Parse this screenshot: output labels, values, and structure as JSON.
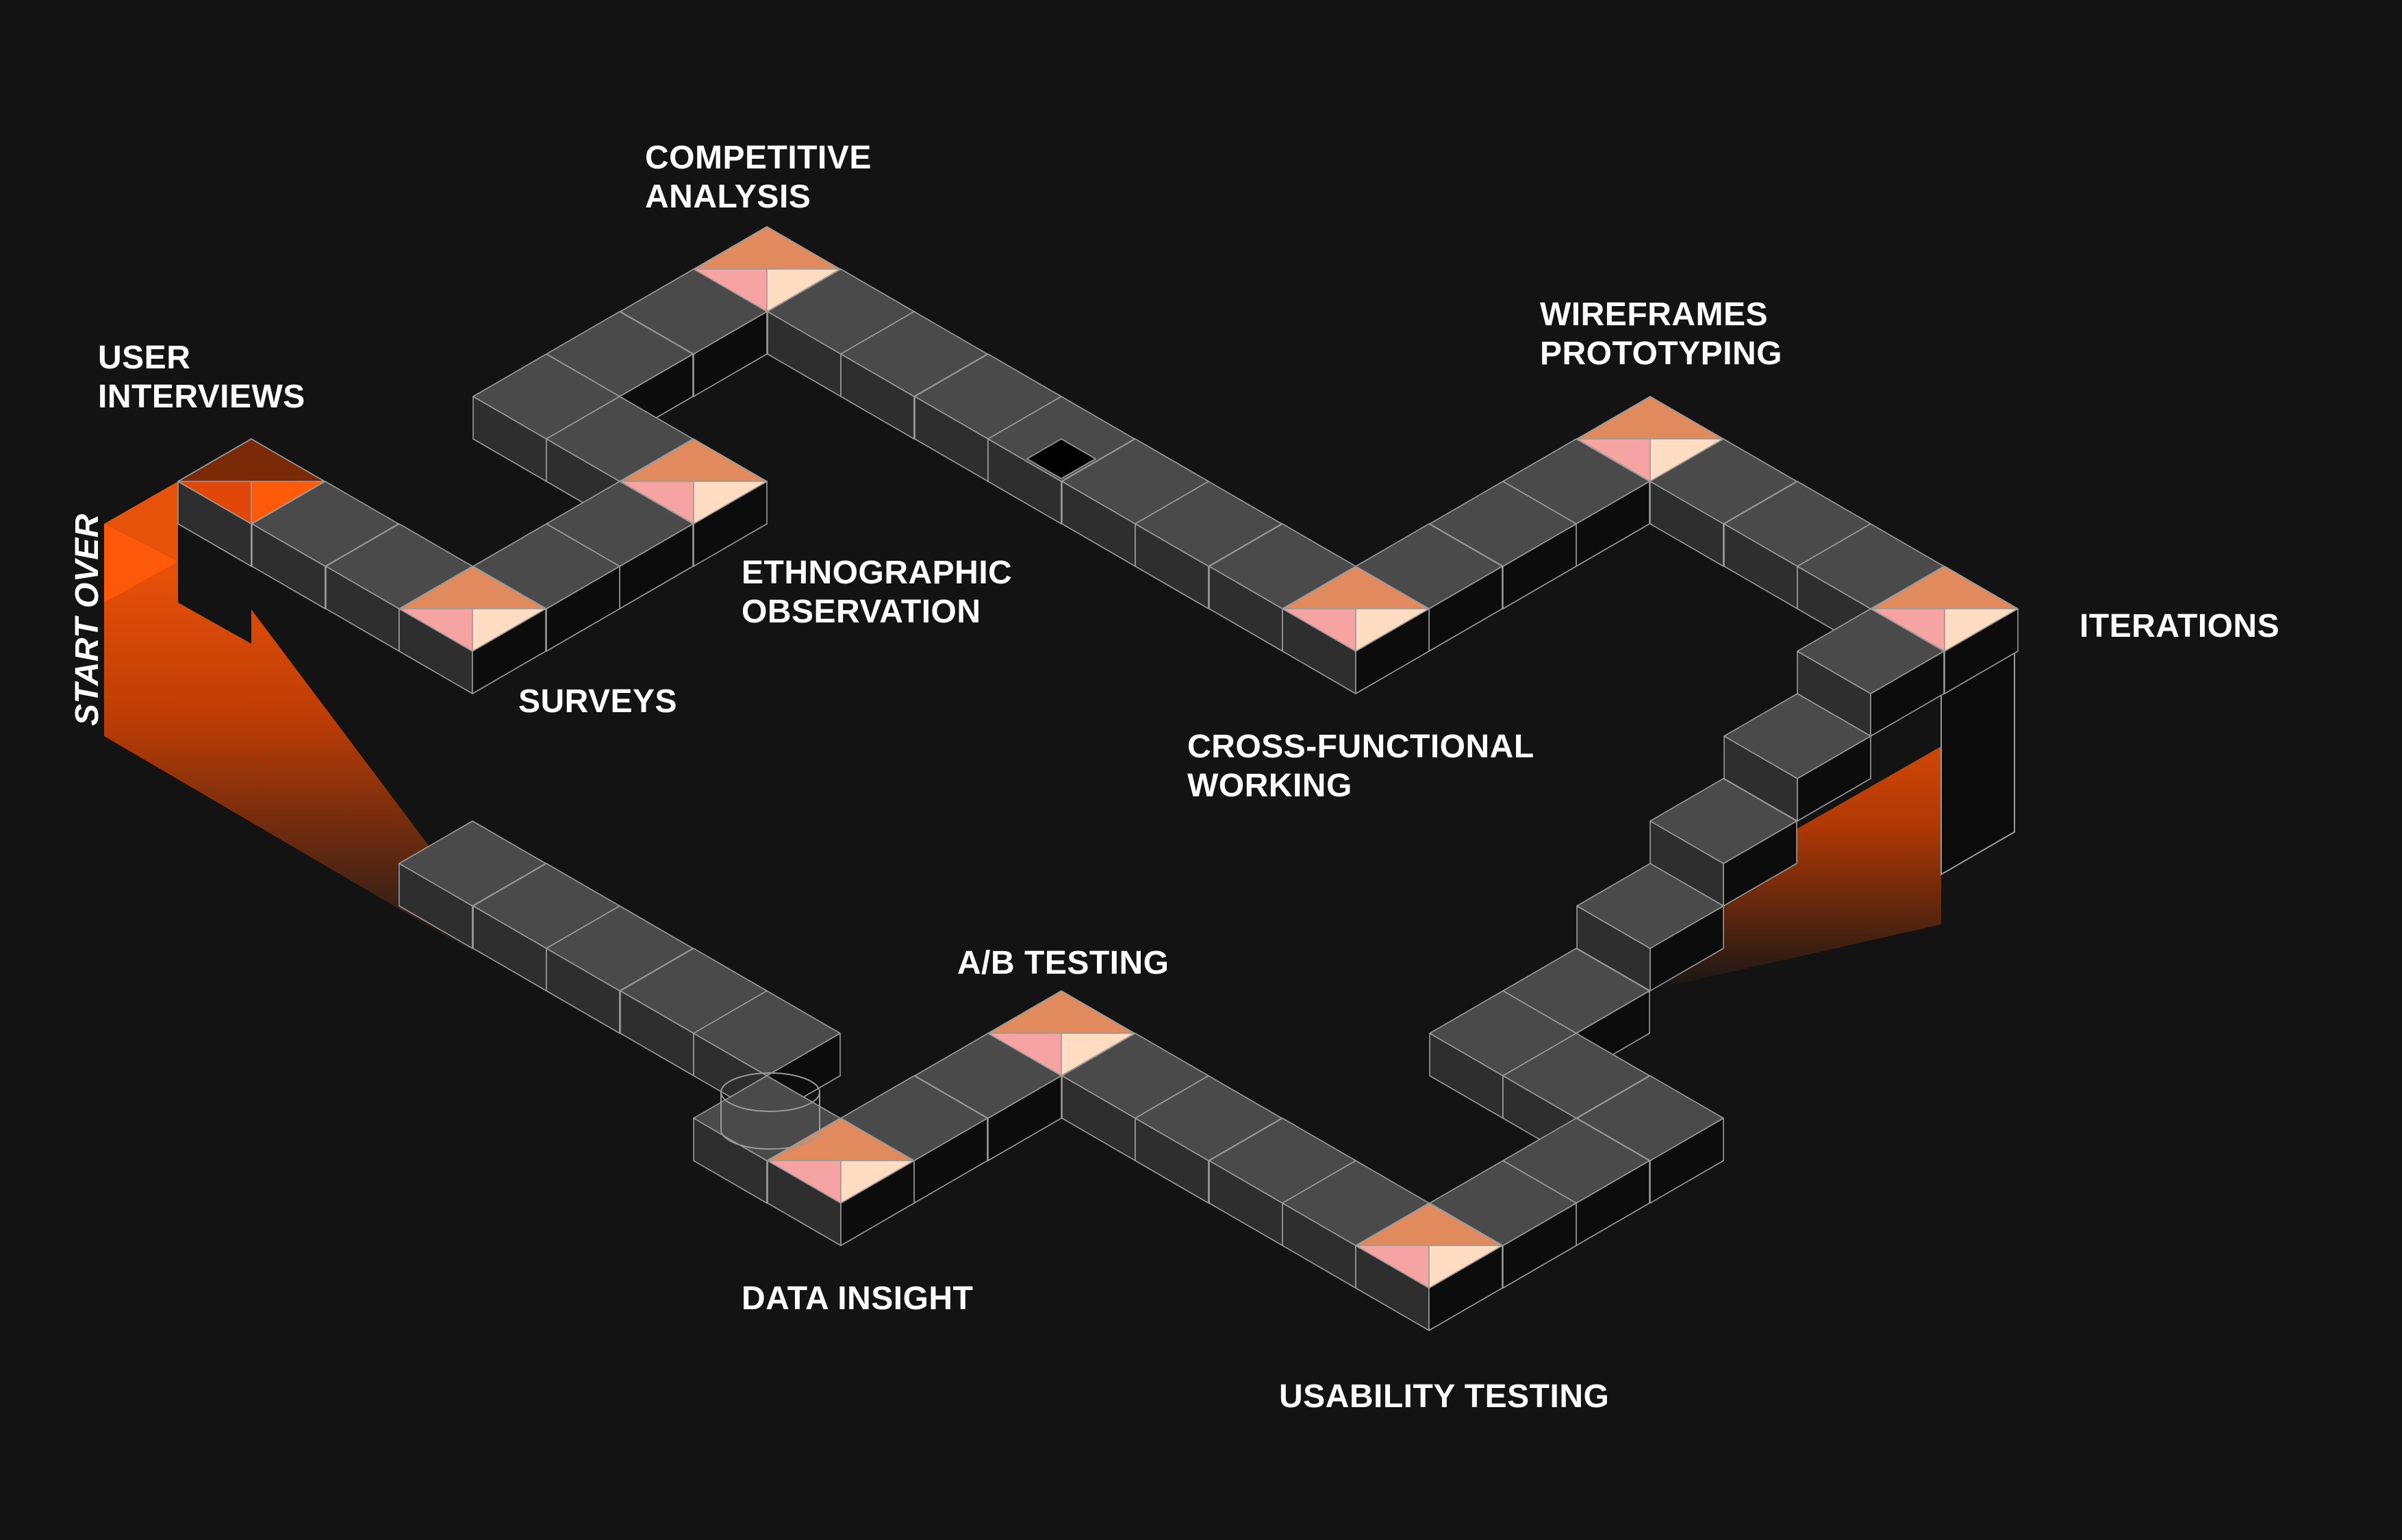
{
  "colors": {
    "background": "#131313",
    "block_top": "#4a4a4a",
    "block_left": "#2e2e2e",
    "block_right": "#0c0c0c",
    "edge": "#9a9a9a",
    "milestone_top": "#e08a5e",
    "milestone_left": "#f5a3a3",
    "milestone_right": "#ffdcc2",
    "accent": "#ff5a0a"
  },
  "labels": {
    "user_interviews": [
      "USER",
      "INTERVIEWS"
    ],
    "competitive_analysis": [
      "COMPETITIVE",
      "ANALYSIS"
    ],
    "ethnographic_observation": [
      "ETHNOGRAPHIC",
      "OBSERVATION"
    ],
    "surveys": "SURVEYS",
    "wireframes_prototyping": [
      "WIREFRAMES",
      "PROTOTYPING"
    ],
    "cross_functional": [
      "CROSS-FUNCTIONAL",
      "WORKING"
    ],
    "iterations": "ITERATIONS",
    "ab_testing": "A/B TESTING",
    "data_insight": "DATA INSIGHT",
    "usability_testing": "USABILITY TESTING",
    "start_over": "START OVER"
  }
}
